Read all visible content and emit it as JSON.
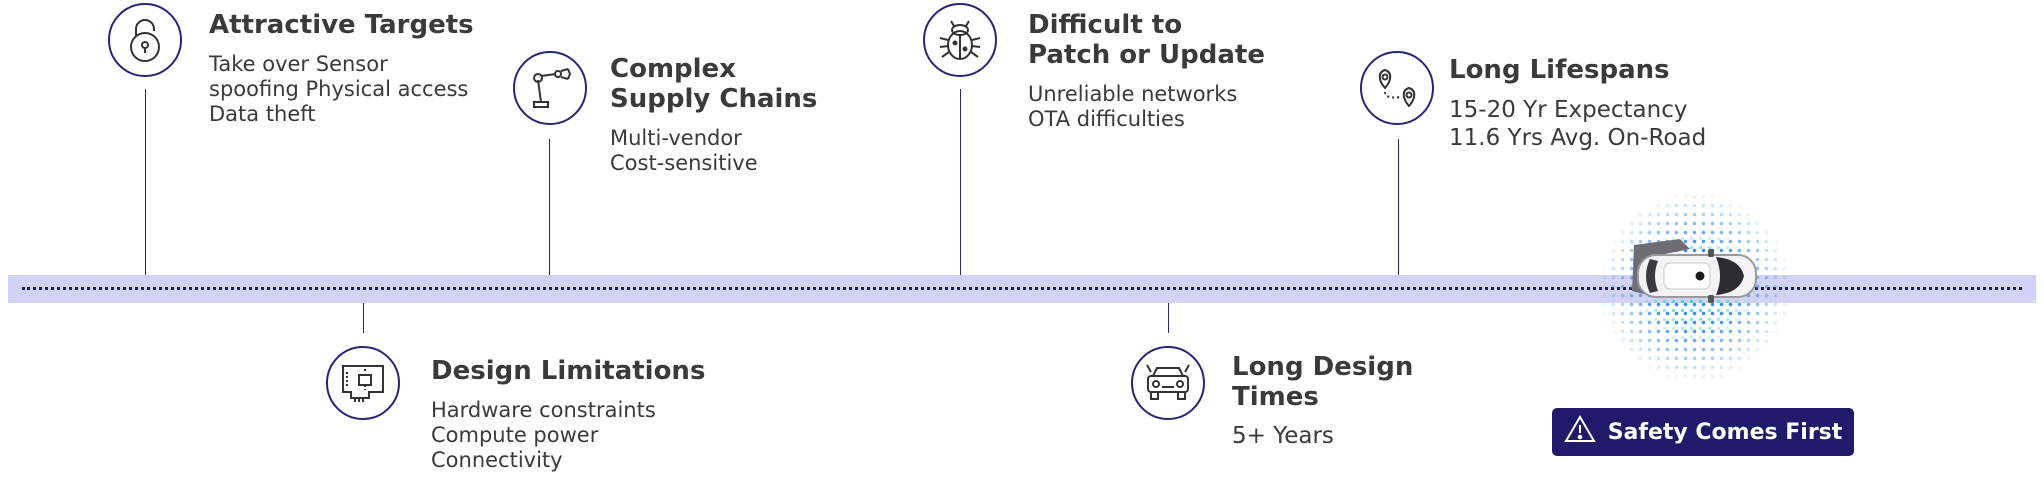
{
  "colors": {
    "accent": "#2a2478",
    "band": "#d0d3f5",
    "button_bg": "#1f1a6a",
    "halo_blue": "#3c8df0",
    "halo_teal": "#40d6c4"
  },
  "items": [
    {
      "icon": "padlock-icon",
      "title": "Attractive Targets",
      "desc": "Take over Sensor\nspoofing Physical access\nData theft"
    },
    {
      "icon": "robot-arm-icon",
      "title": "Complex\nSupply Chains",
      "desc": "Multi-vendor\nCost-sensitive"
    },
    {
      "icon": "bug-icon",
      "title": "Difficult to\nPatch or Update",
      "desc": "Unreliable networks\nOTA difficulties"
    },
    {
      "icon": "map-pins-route-icon",
      "title": "Long Lifespans",
      "desc": "15-20 Yr Expectancy\n11.6 Yrs Avg. On-Road"
    },
    {
      "icon": "circuit-board-icon",
      "title": "Design Limitations",
      "desc": "Hardware constraints\nCompute power\nConnectivity"
    },
    {
      "icon": "car-front-icon",
      "title": "Long Design\nTimes",
      "desc": "5+ Years"
    }
  ],
  "cta": {
    "icon": "warning-triangle-icon",
    "label": "Safety Comes First"
  },
  "illustration": {
    "icon": "car-top-view-icon"
  }
}
